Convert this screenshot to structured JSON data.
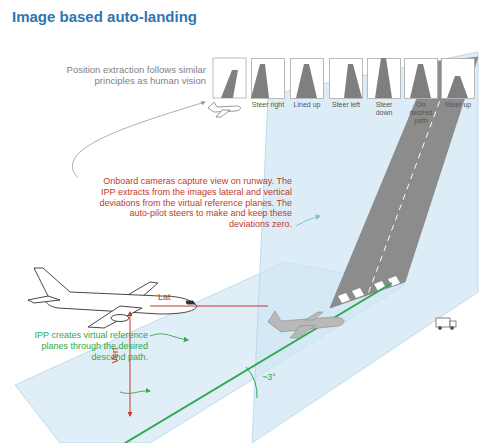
{
  "diagram": {
    "title": "Image based auto-landing",
    "nodes": [
      {
        "text": [
          "Steer right"
        ]
      },
      {
        "text": [
          "Lined up"
        ]
      },
      {
        "text": [
          "Steer left"
        ]
      },
      {
        "text": [
          "Steer down"
        ]
      },
      {
        "text": [
          "On desired path"
        ]
      },
      {
        "text": [
          "Steer up"
        ]
      }
    ],
    "labels": [
      "Position extraction follows similar principles as human vision",
      "Onboard cameras capture view on runway. The IPP extracts from the images lateral and vertical deviations from the virtual reference planes. The auto-pilot steers to make and keep these deviations zero.",
      "IPP creates virtual reference planes through the desired descend path.",
      "Lat",
      "Vert",
      "~3°"
    ]
  }
}
